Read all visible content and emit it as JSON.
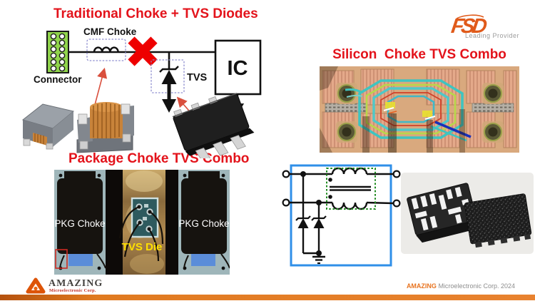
{
  "slide": {
    "titles": {
      "traditional": "Traditional Choke + TVS Diodes",
      "package": "Package Choke TVS Combo",
      "silicon": "Silicon  Choke TVS Combo"
    },
    "circuit_labels": {
      "connector": "Connector",
      "cmf_choke": "CMF Choke",
      "tvs": "TVS",
      "ic": "IC"
    },
    "pkg_photo_labels": {
      "pkg_choke_left": "PKG Choke",
      "pkg_choke_right": "PKG Choke",
      "tvs_die": "TVS Die"
    },
    "branding": {
      "fsd": "FSD",
      "fsd_tagline": "Leading Provider",
      "amazing": "AMAZING",
      "amazing_sub": "Microelectronic Corp.",
      "credit_brand": "AMAZING",
      "credit_text": " Microelectronic Corp. 2024"
    },
    "colors": {
      "title_red": "#e3131b",
      "cross_red": "#ee0000",
      "schematic_blue": "#2f8fe8",
      "transformer_green": "#1e8a1e",
      "tvs_die_yellow": "#ffe000",
      "connector_green": "#90d44b",
      "footer_bar_orange": "#e8822f",
      "fsd_orange": "#e05a1a"
    }
  }
}
